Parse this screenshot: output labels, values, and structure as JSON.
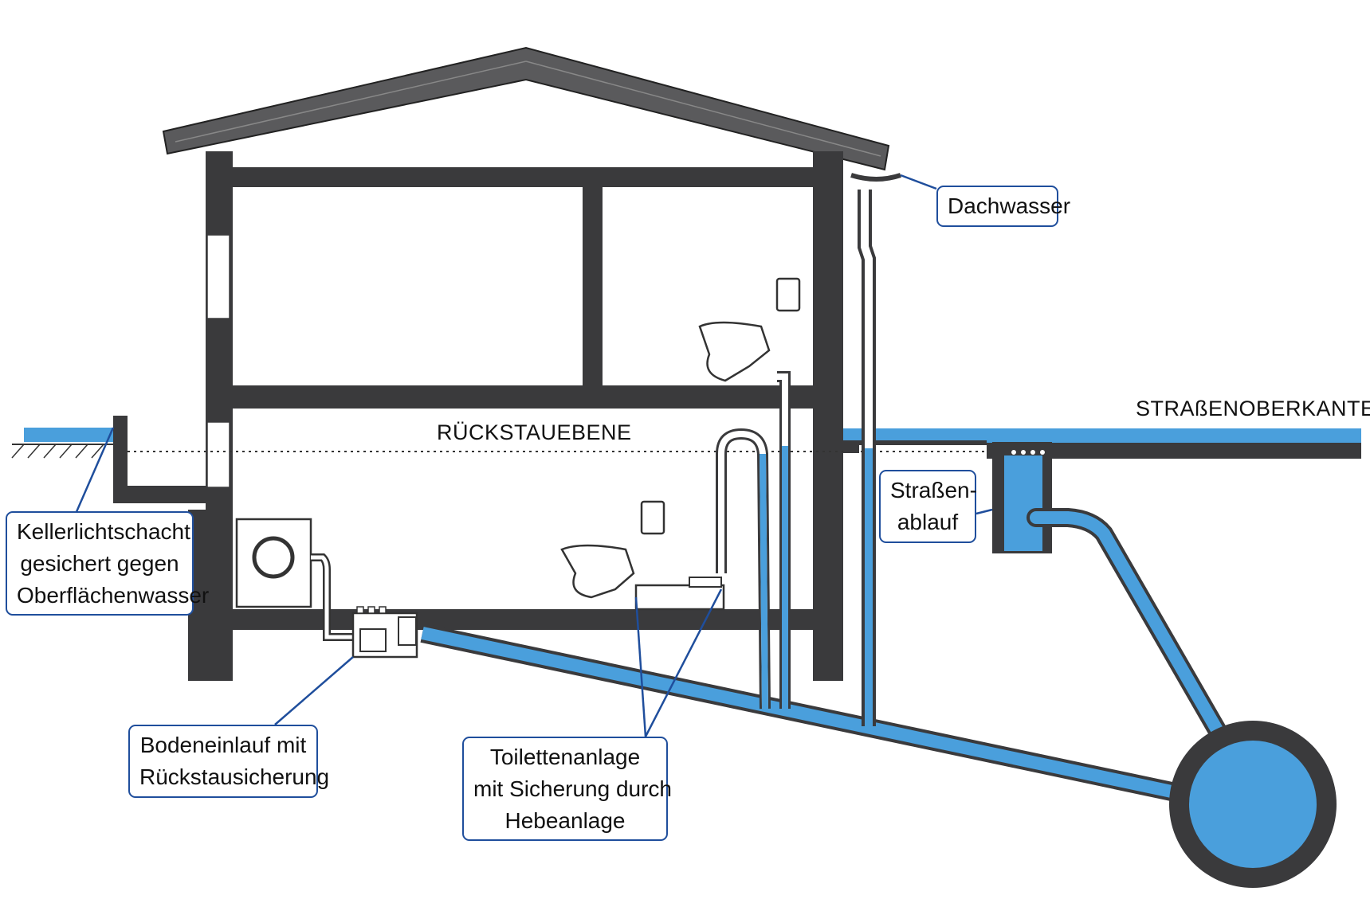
{
  "colors": {
    "water": "#4a9fdc",
    "wall": "#3a3a3c",
    "callout_border": "#1f4e9c",
    "roof": "#5a5a5c"
  },
  "labels": {
    "rueckstauebene": "RÜCKSTAUEBENE",
    "strassenoberkante": "STRAßENOBERKANTE",
    "dachwasser": "Dachwasser",
    "strassenablauf": [
      "Straßen-",
      "ablauf"
    ],
    "kellerlichtschacht": [
      "Kellerlichtschacht",
      "gesichert gegen",
      "Oberflächenwasser"
    ],
    "bodeneinlauf": [
      "Bodeneinlauf mit",
      "Rückstausicherung"
    ],
    "toilettenanlage": [
      "Toilettenanlage",
      "mit Sicherung durch",
      "Hebeanlage"
    ]
  },
  "icons": [
    "washing-machine-icon",
    "toilet-icon",
    "floor-drain-icon",
    "lifting-unit-icon",
    "street-drain-icon",
    "sewer-main-icon"
  ]
}
